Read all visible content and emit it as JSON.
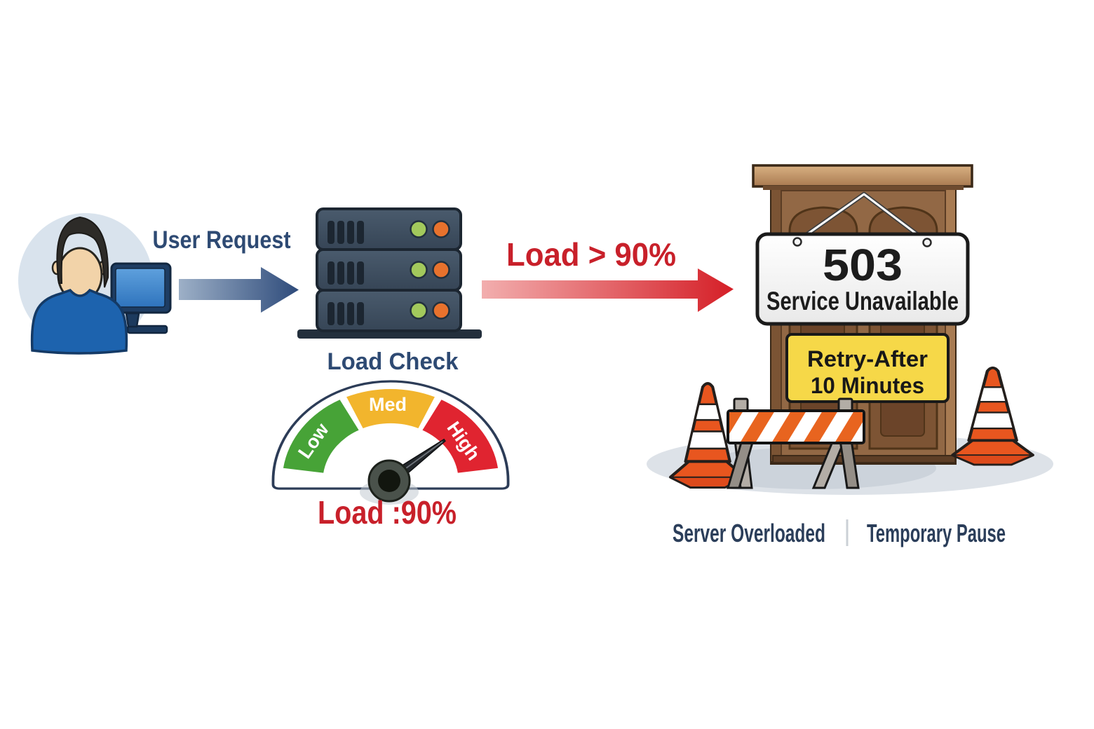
{
  "title": "503 Service Unavailable flow diagram",
  "flow": {
    "user": {
      "label": "User Request"
    },
    "server": {
      "caption": "Load Check",
      "status_lights": [
        "green",
        "orange"
      ]
    },
    "overload": {
      "label": "Load > 90%"
    },
    "gauge": {
      "low": "Low",
      "med": "Med",
      "high": "High",
      "reading": "Load :90%",
      "value_percent": 90
    },
    "door": {
      "sign_code": "503",
      "sign_message": "Service Unavailable",
      "retry_line1": "Retry-After",
      "retry_line2": "10 Minutes"
    },
    "footer": {
      "left": "Server Overloaded",
      "right": "Temporary Pause"
    }
  },
  "colors": {
    "navy_text": "#2e4a73",
    "red_text": "#c8202a",
    "navy_arrow": "#2e4b7b",
    "red_arrow": "#d51f27",
    "gauge_green": "#47a337",
    "gauge_amber": "#f2b52d",
    "gauge_red": "#e02430",
    "retry_sign_yellow": "#f6d848",
    "cone_orange": "#e8561f",
    "server_body": "#40505f",
    "server_light_green": "#a2c95c",
    "server_light_orange": "#e8722d",
    "door_brown": "#8a5f3e",
    "shadow_grey": "#dde2e8"
  }
}
